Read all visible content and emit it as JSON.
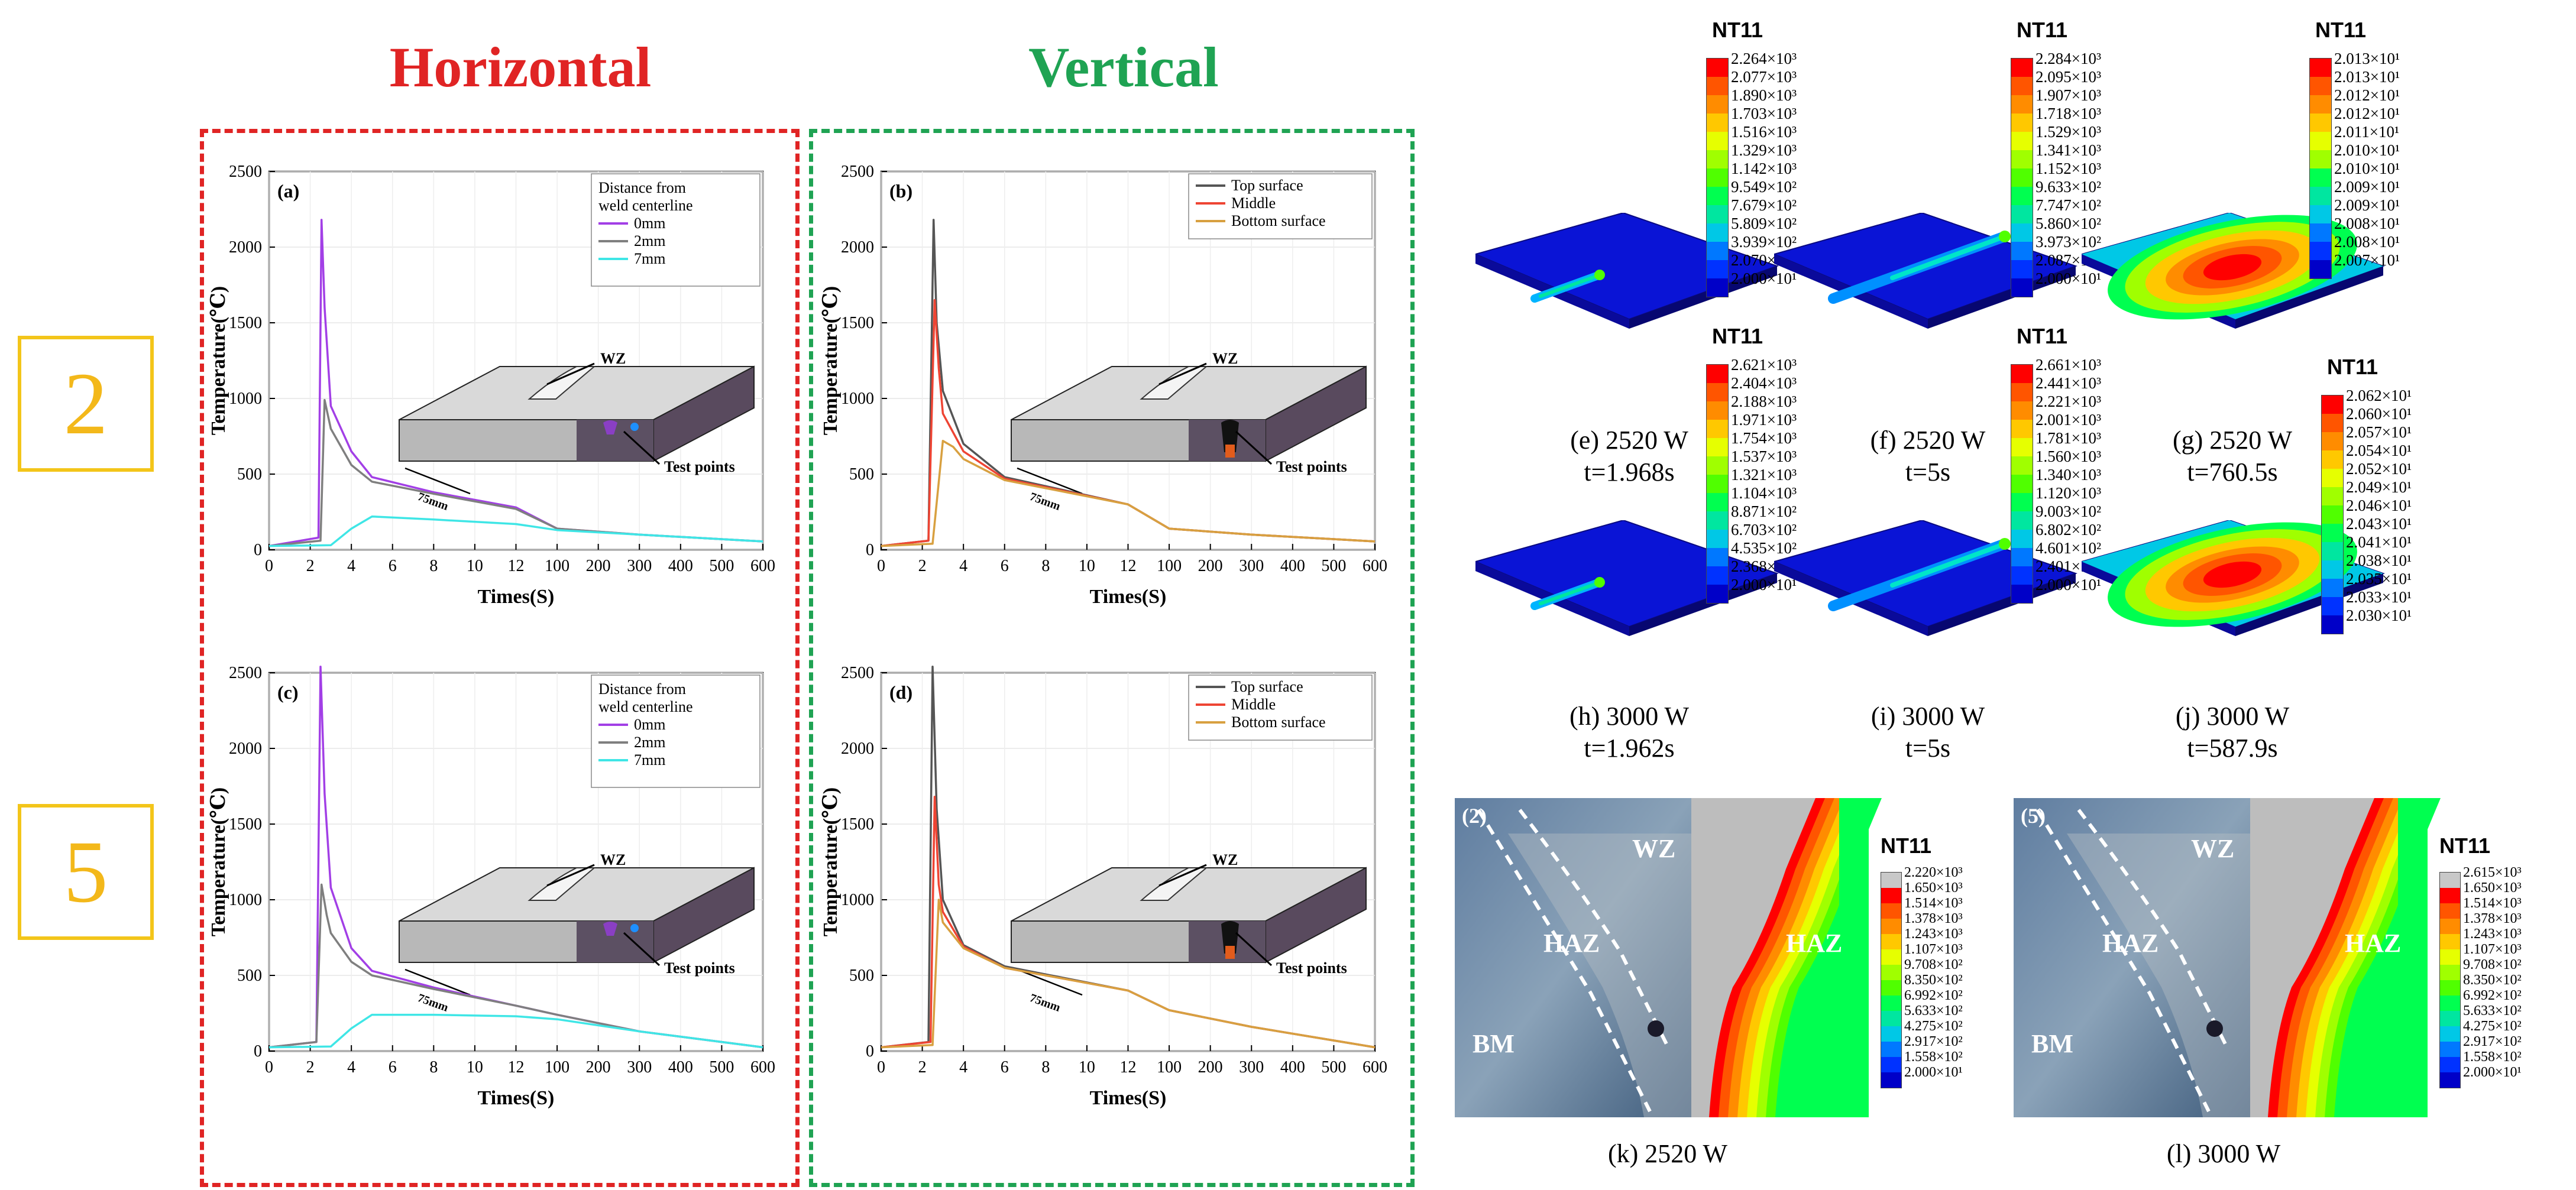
{
  "headings": {
    "horizontal": "Horizontal",
    "vertical": "Vertical",
    "row1": "2",
    "row2": "5"
  },
  "colors": {
    "horizontal_box": "#e02424",
    "vertical_box": "#1fa353",
    "row_box": "#f3c51a",
    "series_0mm": "#a23fe6",
    "series_2mm": "#7f7f7f",
    "series_7mm": "#3fe6e6",
    "series_top": "#555555",
    "series_middle": "#ee4433",
    "series_bottom": "#d8a040"
  },
  "common": {
    "xlabel": "Times(S)",
    "ylabel": "Temperature(℃)",
    "x_ticks": [
      "0",
      "2",
      "4",
      "6",
      "8",
      "10",
      "12",
      "100",
      "200",
      "300",
      "400",
      "500",
      "600"
    ],
    "inset_wz": "WZ",
    "inset_tp": "Test points",
    "inset_len": "75mm"
  },
  "chart_data": [
    {
      "type": "line",
      "panel": "(a)",
      "legend_title": "Distance from weld centerline",
      "xlabel": "Times(S)",
      "ylabel": "Temperature(℃)",
      "ylim": [
        0,
        2500
      ],
      "y_ticks": [
        0,
        500,
        1000,
        1500,
        2000,
        2500
      ],
      "series": [
        {
          "name": "0mm",
          "x": [
            0,
            2.4,
            2.55,
            2.7,
            3.0,
            4.0,
            5.0,
            8.0,
            12,
            100,
            300,
            600
          ],
          "y": [
            25,
            80,
            2180,
            1600,
            950,
            650,
            480,
            380,
            280,
            140,
            100,
            55
          ]
        },
        {
          "name": "2mm",
          "x": [
            0,
            2.5,
            2.7,
            3.0,
            4.0,
            5.0,
            8.0,
            12,
            100,
            300,
            600
          ],
          "y": [
            25,
            60,
            990,
            800,
            560,
            450,
            370,
            270,
            140,
            100,
            55
          ]
        },
        {
          "name": "7mm",
          "x": [
            0,
            3.0,
            4.0,
            5.0,
            8.0,
            12,
            100,
            300,
            600
          ],
          "y": [
            25,
            30,
            140,
            220,
            200,
            170,
            130,
            100,
            55
          ]
        }
      ]
    },
    {
      "type": "line",
      "panel": "(b)",
      "xlabel": "Times(S)",
      "ylabel": "Temperature(℃)",
      "ylim": [
        0,
        2500
      ],
      "y_ticks": [
        0,
        500,
        1000,
        1500,
        2000,
        2500
      ],
      "series": [
        {
          "name": "Top surface",
          "x": [
            0,
            2.3,
            2.55,
            2.7,
            3.0,
            4.0,
            6.0,
            12,
            100,
            300,
            600
          ],
          "y": [
            25,
            60,
            2180,
            1500,
            1050,
            700,
            480,
            300,
            140,
            100,
            55
          ]
        },
        {
          "name": "Middle",
          "x": [
            0,
            2.3,
            2.6,
            2.8,
            3.0,
            4.0,
            6.0,
            12,
            100,
            300,
            600
          ],
          "y": [
            25,
            60,
            1650,
            1200,
            900,
            650,
            470,
            300,
            140,
            100,
            55
          ]
        },
        {
          "name": "Bottom surface",
          "x": [
            0,
            2.5,
            3.0,
            3.5,
            4.0,
            6.0,
            12,
            100,
            300,
            600
          ],
          "y": [
            25,
            40,
            720,
            680,
            600,
            460,
            300,
            140,
            100,
            55
          ]
        }
      ]
    },
    {
      "type": "line",
      "panel": "(c)",
      "legend_title": "Distance from weld centerline",
      "xlabel": "Times(S)",
      "ylabel": "Temperature(℃)",
      "ylim": [
        0,
        2500
      ],
      "y_ticks": [
        0,
        500,
        1000,
        1500,
        2000,
        2500
      ],
      "series": [
        {
          "name": "0mm",
          "x": [
            0,
            2.3,
            2.5,
            2.7,
            3.0,
            4.0,
            5.0,
            8.0,
            12,
            100,
            300,
            600
          ],
          "y": [
            25,
            60,
            2540,
            1700,
            1080,
            680,
            530,
            420,
            300,
            240,
            130,
            25
          ]
        },
        {
          "name": "2mm",
          "x": [
            0,
            2.3,
            2.55,
            2.8,
            3.0,
            4.0,
            5.0,
            8.0,
            12,
            100,
            300,
            600
          ],
          "y": [
            25,
            60,
            1100,
            900,
            780,
            590,
            500,
            410,
            300,
            240,
            130,
            25
          ]
        },
        {
          "name": "7mm",
          "x": [
            0,
            3.0,
            4.0,
            5.0,
            8.0,
            12,
            100,
            300,
            600
          ],
          "y": [
            25,
            30,
            150,
            240,
            240,
            230,
            210,
            130,
            25
          ]
        }
      ]
    },
    {
      "type": "line",
      "panel": "(d)",
      "xlabel": "Times(S)",
      "ylabel": "Temperature(℃)",
      "ylim": [
        0,
        2500
      ],
      "y_ticks": [
        0,
        500,
        1000,
        1500,
        2000,
        2500
      ],
      "series": [
        {
          "name": "Top surface",
          "x": [
            0,
            2.3,
            2.5,
            2.7,
            3.0,
            4.0,
            6.0,
            12,
            100,
            300,
            600
          ],
          "y": [
            25,
            60,
            2540,
            1600,
            1000,
            700,
            560,
            400,
            270,
            160,
            25
          ]
        },
        {
          "name": "Middle",
          "x": [
            0,
            2.4,
            2.6,
            2.8,
            3.0,
            4.0,
            6.0,
            12,
            100,
            300,
            600
          ],
          "y": [
            25,
            60,
            1680,
            1100,
            920,
            690,
            550,
            400,
            270,
            160,
            25
          ]
        },
        {
          "name": "Bottom surface",
          "x": [
            0,
            2.5,
            2.8,
            3.0,
            4.0,
            6.0,
            12,
            100,
            300,
            600
          ],
          "y": [
            25,
            40,
            1000,
            850,
            680,
            550,
            400,
            270,
            160,
            25
          ]
        }
      ]
    }
  ],
  "simulation": {
    "legend_title": "NT11",
    "palette": [
      "#c8c8c8",
      "#ff0000",
      "#ff5500",
      "#ff8c00",
      "#ffc800",
      "#e6ff00",
      "#a0ff00",
      "#50ff00",
      "#00ff50",
      "#00e6a0",
      "#00c8e6",
      "#0078ff",
      "#0032ff",
      "#0000c8"
    ],
    "plates": [
      {
        "id": "e",
        "caption": [
          "(e) 2520 W",
          "t=1.968s"
        ],
        "style": "short-bead",
        "legend": [
          "2.264×10³",
          "2.077×10³",
          "1.890×10³",
          "1.703×10³",
          "1.516×10³",
          "1.329×10³",
          "1.142×10³",
          "9.549×10²",
          "7.679×10²",
          "5.809×10²",
          "3.939×10²",
          "2.070×10²",
          "2.000×10¹"
        ]
      },
      {
        "id": "f",
        "caption": [
          "(f) 2520 W",
          "t=5s"
        ],
        "style": "long-bead",
        "legend": [
          "2.284×10³",
          "2.095×10³",
          "1.907×10³",
          "1.718×10³",
          "1.529×10³",
          "1.341×10³",
          "1.152×10³",
          "9.633×10²",
          "7.747×10²",
          "5.860×10²",
          "3.973×10²",
          "2.087×10²",
          "2.000×10¹"
        ]
      },
      {
        "id": "g",
        "caption": [
          "(g) 2520 W",
          "t=760.5s"
        ],
        "style": "oval",
        "legend": [
          "2.013×10¹",
          "2.013×10¹",
          "2.012×10¹",
          "2.012×10¹",
          "2.011×10¹",
          "2.010×10¹",
          "2.010×10¹",
          "2.009×10¹",
          "2.009×10¹",
          "2.008×10¹",
          "2.008×10¹",
          "2.007×10¹"
        ]
      },
      {
        "id": "h",
        "caption": [
          "(h) 3000 W",
          "t=1.962s"
        ],
        "style": "short-bead",
        "legend": [
          "2.621×10³",
          "2.404×10³",
          "2.188×10³",
          "1.971×10³",
          "1.754×10³",
          "1.537×10³",
          "1.321×10³",
          "1.104×10³",
          "8.871×10²",
          "6.703×10²",
          "4.535×10²",
          "2.368×10²",
          "2.000×10¹"
        ]
      },
      {
        "id": "i",
        "caption": [
          "(i) 3000 W",
          "t=5s"
        ],
        "style": "long-bead",
        "legend": [
          "2.661×10³",
          "2.441×10³",
          "2.221×10³",
          "2.001×10³",
          "1.781×10³",
          "1.560×10³",
          "1.340×10³",
          "1.120×10³",
          "9.003×10²",
          "6.802×10²",
          "4.601×10²",
          "2.401×10²",
          "2.000×10¹"
        ]
      },
      {
        "id": "j",
        "caption": [
          "(j) 3000 W",
          "t=587.9s"
        ],
        "style": "oval",
        "legend": [
          "2.062×10¹",
          "2.060×10¹",
          "2.057×10¹",
          "2.054×10¹",
          "2.052×10¹",
          "2.049×10¹",
          "2.046×10¹",
          "2.043×10¹",
          "2.041×10¹",
          "2.038×10¹",
          "2.035×10¹",
          "2.033×10¹",
          "2.030×10¹"
        ]
      }
    ]
  },
  "macro": [
    {
      "id": "k",
      "label": "(2)",
      "caption": "(k) 2520 W",
      "wz": "WZ",
      "haz": "HAZ",
      "haz_sim": "HAZ",
      "bm": "BM",
      "legend_title": "NT11",
      "legend": [
        "2.220×10³",
        "1.650×10³",
        "1.514×10³",
        "1.378×10³",
        "1.243×10³",
        "1.107×10³",
        "9.708×10²",
        "8.350×10²",
        "6.992×10²",
        "5.633×10²",
        "4.275×10²",
        "2.917×10²",
        "1.558×10²",
        "2.000×10¹"
      ]
    },
    {
      "id": "l",
      "label": "(5)",
      "caption": "(l) 3000 W",
      "wz": "WZ",
      "haz": "HAZ",
      "haz_sim": "HAZ",
      "bm": "BM",
      "legend_title": "NT11",
      "legend": [
        "2.615×10³",
        "1.650×10³",
        "1.514×10³",
        "1.378×10³",
        "1.243×10³",
        "1.107×10³",
        "9.708×10²",
        "8.350×10²",
        "6.992×10²",
        "5.633×10²",
        "4.275×10²",
        "2.917×10²",
        "1.558×10²",
        "2.000×10¹"
      ]
    }
  ]
}
